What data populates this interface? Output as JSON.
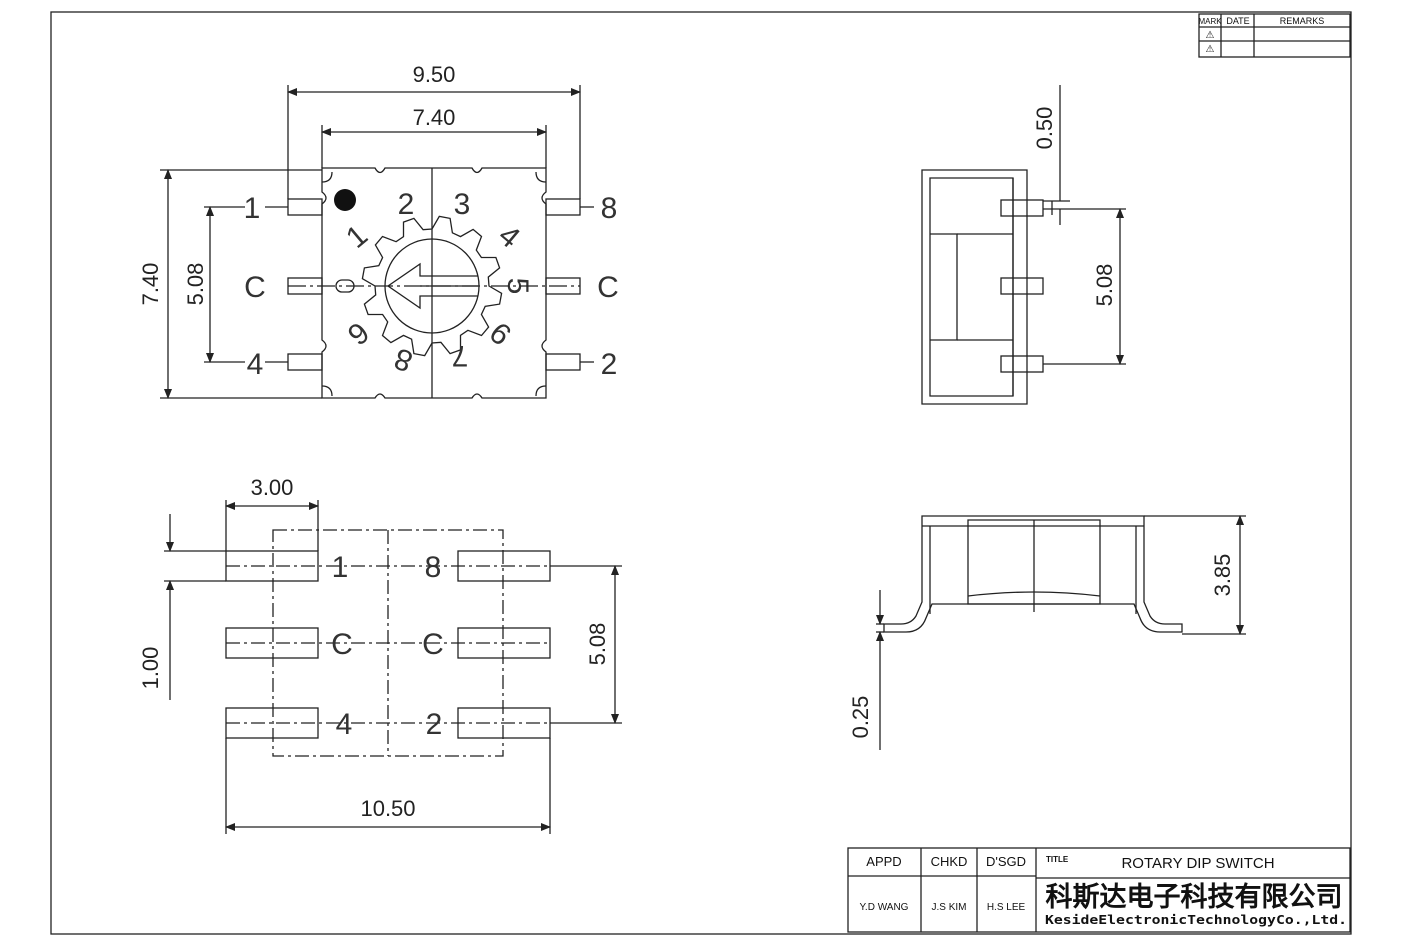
{
  "dimensions": {
    "top_width_outer": "9.50",
    "top_width_inner": "7.40",
    "top_height": "7.40",
    "top_pitch": "5.08",
    "side_top": "0.50",
    "side_pitch": "5.08",
    "pad_width": "3.00",
    "pad_height": "1.00",
    "footprint_pitch": "5.08",
    "footprint_width": "10.50",
    "body_height": "3.85",
    "lead_thickness": "0.25"
  },
  "pin_labels": {
    "left_top": "1",
    "left_mid": "C",
    "left_bot": "4",
    "right_top": "8",
    "right_mid": "C",
    "right_bot": "2"
  },
  "dial_digits": [
    "1",
    "2",
    "3",
    "4",
    "5",
    "6",
    "7",
    "8",
    "9"
  ],
  "footprint_labels": {
    "left_top": "1",
    "left_mid": "C",
    "left_bot": "4",
    "right_top": "8",
    "right_mid": "C",
    "right_bot": "2"
  },
  "revision_table": {
    "headers": [
      "MARK",
      "DATE",
      "REMARKS"
    ],
    "marks": [
      "⚠",
      "⚠"
    ]
  },
  "title_block": {
    "headers": [
      "APPD",
      "CHKD",
      "D'SGD",
      "TITLE"
    ],
    "names": [
      "Y.D WANG",
      "J.S KIM",
      "H.S LEE"
    ],
    "title": "ROTARY DIP SWITCH",
    "company_cn": "科斯达电子科技有限公司",
    "company_en": "KesideElectronicTechnologyCo.,Ltd."
  },
  "colors": {
    "line": "#222222",
    "dot": "#111111"
  }
}
